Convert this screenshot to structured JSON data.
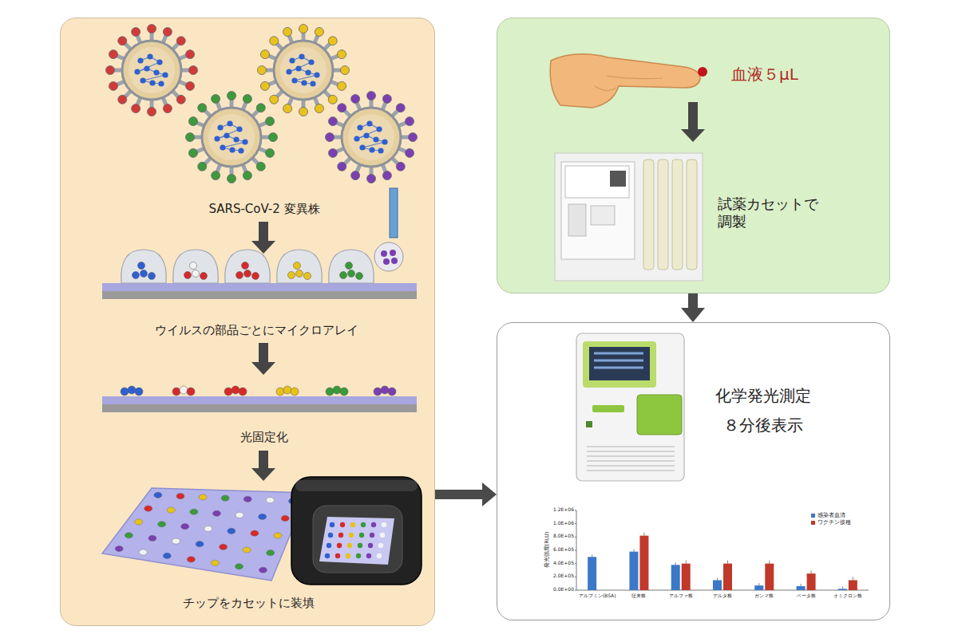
{
  "diagram": {
    "nodes": [
      {
        "text": [
          "SARS-CoV-2 変異株",
          "ウイルスの部品ごとにマイクロアレイ",
          "光固定化",
          "チップをカセットに装填"
        ]
      },
      {
        "text": [
          "血液５μL",
          "試薬カセットで 調製"
        ]
      },
      {
        "text": [
          "化学発光測定",
          "８分後表示"
        ]
      }
    ],
    "edges": [
      {
        "from": 0,
        "to": 2,
        "arrow": "to"
      },
      {
        "from": 1,
        "to": 2,
        "arrow": "to"
      }
    ],
    "labels": [
      "1.2E+06",
      "1.0E+06",
      "8.0E+05",
      "6.0E+05",
      "4.0E+05",
      "2.0E+05",
      "0.0E+00",
      "発光強度(RLU)",
      "アルブミン(BSA)",
      "従来株",
      "アルファ株",
      "デルタ株",
      "ガンマ株",
      "ベータ株",
      "オミクロン株"
    ],
    "legend": [
      {
        "text": "感染者血清",
        "color": "#3b78c8"
      },
      {
        "text": "ワクチン接種",
        "color": "#c0392b"
      }
    ]
  }
}
